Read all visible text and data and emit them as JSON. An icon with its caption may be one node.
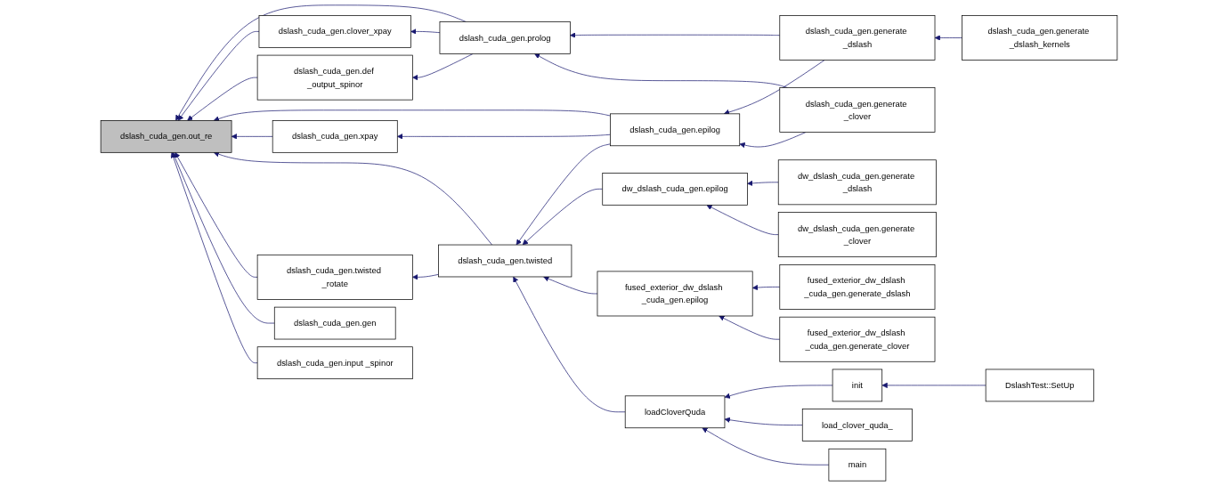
{
  "diagram": {
    "nodes": [
      {
        "text": [
          "dslash_cuda_gen.out_re"
        ]
      },
      {
        "text": [
          "dslash_cuda_gen.clover_xpay"
        ]
      },
      {
        "text": [
          "dslash_cuda_gen.def _output_spinor"
        ]
      },
      {
        "text": [
          "dslash_cuda_gen.prolog"
        ]
      },
      {
        "text": [
          "dslash_cuda_gen.generate _dslash"
        ]
      },
      {
        "text": [
          "dslash_cuda_gen.generate _dslash_kernels"
        ]
      },
      {
        "text": [
          "dslash_cuda_gen.generate _clover"
        ]
      },
      {
        "text": [
          "dslash_cuda_gen.epilog"
        ]
      },
      {
        "text": [
          "dslash_cuda_gen.xpay"
        ]
      },
      {
        "text": [
          "dw_dslash_cuda_gen.epilog"
        ]
      },
      {
        "text": [
          "dw_dslash_cuda_gen.generate _dslash"
        ]
      },
      {
        "text": [
          "dw_dslash_cuda_gen.generate _clover"
        ]
      },
      {
        "text": [
          "dslash_cuda_gen.twisted"
        ]
      },
      {
        "text": [
          "dslash_cuda_gen.twisted _rotate"
        ]
      },
      {
        "text": [
          "fused_exterior_dw_dslash _cuda_gen.epilog"
        ]
      },
      {
        "text": [
          "fused_exterior_dw_dslash _cuda_gen.generate_dslash"
        ]
      },
      {
        "text": [
          "fused_exterior_dw_dslash _cuda_gen.generate_clover"
        ]
      },
      {
        "text": [
          "dslash_cuda_gen.gen"
        ]
      },
      {
        "text": [
          "dslash_cuda_gen.input _spinor"
        ]
      },
      {
        "text": [
          "loadCloverQuda"
        ]
      },
      {
        "text": [
          "init"
        ]
      },
      {
        "text": [
          "DslashTest::SetUp"
        ]
      },
      {
        "text": [
          "load_clover_quda_"
        ]
      },
      {
        "text": [
          "main"
        ]
      }
    ],
    "edges": [
      {
        "from": 3,
        "to": 0,
        "arrow": "to"
      },
      {
        "from": 1,
        "to": 0,
        "arrow": "to"
      },
      {
        "from": 2,
        "to": 0,
        "arrow": "to"
      },
      {
        "from": 7,
        "to": 0,
        "arrow": "to"
      },
      {
        "from": 8,
        "to": 0,
        "arrow": "to"
      },
      {
        "from": 12,
        "to": 0,
        "arrow": "to"
      },
      {
        "from": 13,
        "to": 0,
        "arrow": "to"
      },
      {
        "from": 17,
        "to": 0,
        "arrow": "to"
      },
      {
        "from": 18,
        "to": 0,
        "arrow": "to"
      },
      {
        "from": 3,
        "to": 1,
        "arrow": "to"
      },
      {
        "from": 3,
        "to": 2,
        "arrow": "to"
      },
      {
        "from": 4,
        "to": 3,
        "arrow": "to"
      },
      {
        "from": 6,
        "to": 3,
        "arrow": "to"
      },
      {
        "from": 5,
        "to": 4,
        "arrow": "to"
      },
      {
        "from": 4,
        "to": 7,
        "arrow": "to"
      },
      {
        "from": 6,
        "to": 7,
        "arrow": "to"
      },
      {
        "from": 7,
        "to": 8,
        "arrow": "to"
      },
      {
        "from": 7,
        "to": 12,
        "arrow": "to"
      },
      {
        "from": 9,
        "to": 12,
        "arrow": "to"
      },
      {
        "from": 14,
        "to": 12,
        "arrow": "to"
      },
      {
        "from": 19,
        "to": 12,
        "arrow": "to"
      },
      {
        "from": 12,
        "to": 13,
        "arrow": "to"
      },
      {
        "from": 10,
        "to": 9,
        "arrow": "to"
      },
      {
        "from": 11,
        "to": 9,
        "arrow": "to"
      },
      {
        "from": 15,
        "to": 14,
        "arrow": "to"
      },
      {
        "from": 16,
        "to": 14,
        "arrow": "to"
      },
      {
        "from": 20,
        "to": 19,
        "arrow": "to"
      },
      {
        "from": 22,
        "to": 19,
        "arrow": "to"
      },
      {
        "from": 23,
        "to": 19,
        "arrow": "to"
      },
      {
        "from": 21,
        "to": 20,
        "arrow": "to"
      }
    ]
  }
}
